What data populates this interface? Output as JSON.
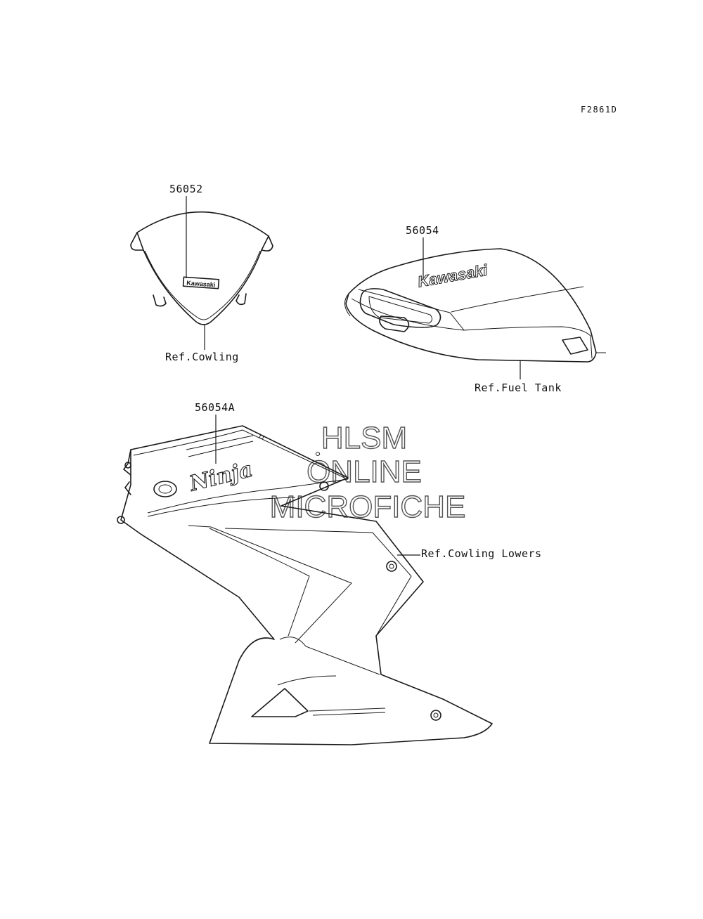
{
  "figure_code": "F2861D",
  "callouts": {
    "windshield_part": "56052",
    "windshield_ref": "Ref.Cowling",
    "tank_part": "56054",
    "tank_ref": "Ref.Fuel Tank",
    "cowl_part": "56054A",
    "cowl_ref": "Ref.Cowling Lowers"
  },
  "decals": {
    "windshield_logo": "Kawasaki",
    "tank_logo": "Kawasaki",
    "cowl_logo": "Ninja"
  },
  "watermark": {
    "line1": "HLSM",
    "line2": "ONLINE",
    "line3": "MICROFICHE"
  }
}
